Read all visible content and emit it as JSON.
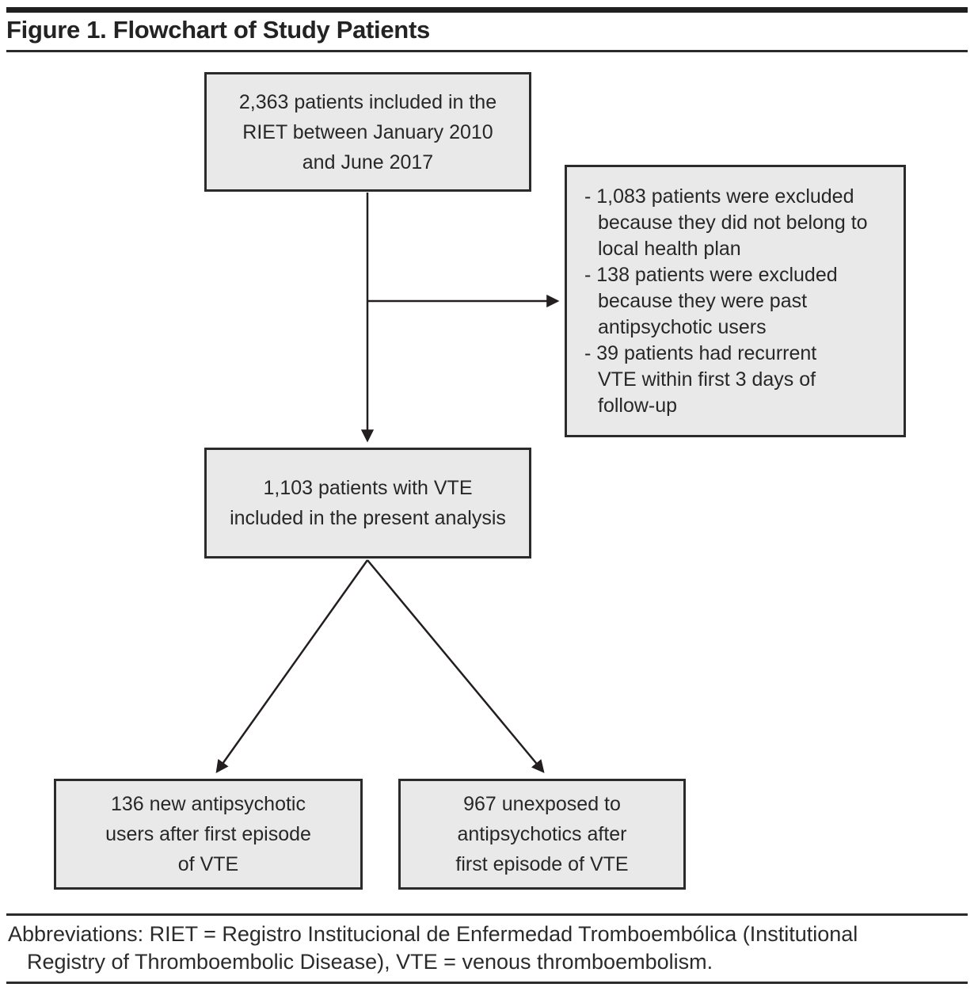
{
  "figure": {
    "title": "Figure 1. Flowchart of Study Patients"
  },
  "flowchart": {
    "box_included": {
      "text": "2,363 patients included in the\nRIET between January 2010\nand June 2017"
    },
    "box_exclusions": {
      "items": [
        "- 1,083 patients were excluded\nbecause they did not belong to\nlocal health plan",
        "- 138 patients were excluded\nbecause they were past\nantipsychotic users",
        "- 39 patients had recurrent\nVTE within first 3 days of\nfollow-up"
      ]
    },
    "box_analysis": {
      "text": "1,103 patients with VTE\nincluded in the present analysis"
    },
    "box_new_users": {
      "text": "136 new antipsychotic\nusers after first episode\nof VTE"
    },
    "box_unexposed": {
      "text": "967 unexposed to\nantipsychotics after\nfirst episode of VTE"
    }
  },
  "footer": {
    "line1": "Abbreviations: RIET = Registro Institucional de Enfermedad Tromboembólica (Institutional",
    "line2": "Registry of Thromboembolic Disease), VTE = venous thromboembolism."
  },
  "colors": {
    "box_fill": "#e9e9e9",
    "box_border": "#2b2b2b",
    "line": "#231f20",
    "text": "#262626"
  }
}
